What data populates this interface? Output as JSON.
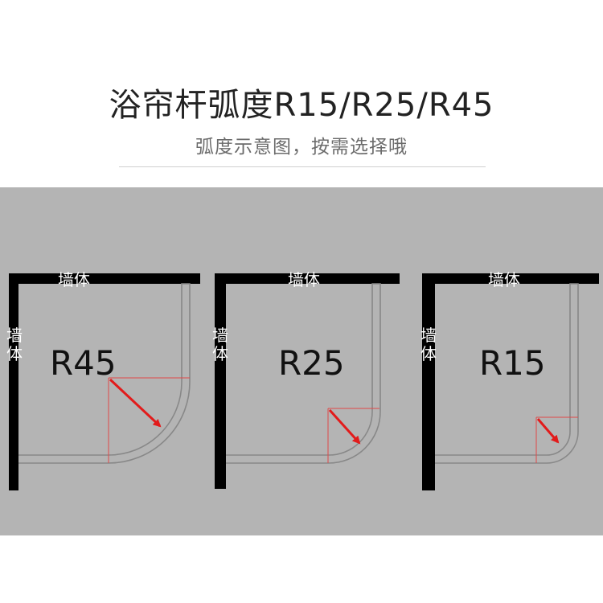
{
  "header": {
    "title": "浴帘杆弧度R15/R25/R45",
    "subtitle": "弧度示意图，按需选择哦"
  },
  "wall_label": "墙体",
  "wall_label_side_top": "墙",
  "wall_label_side_bottom": "体",
  "diagrams": [
    {
      "radius_label": "R45"
    },
    {
      "radius_label": "R25"
    },
    {
      "radius_label": "R15"
    }
  ],
  "colors": {
    "background": "#ffffff",
    "panel": "#b4b4b4",
    "wall": "#000000",
    "rod": "#888888",
    "guide_lines": "#e04848",
    "arrow": "#e21b1b"
  }
}
